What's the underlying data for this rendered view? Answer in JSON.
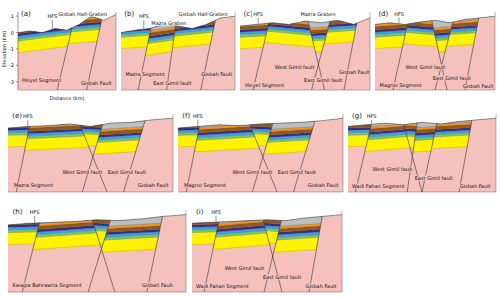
{
  "diagram": {
    "labels": [
      "(a)",
      "Elevation (km)",
      "Distance (km)",
      "Gisbah Half-Graben",
      "HFS",
      "Hisyel Segment",
      "Gisbah Fault",
      "(b)",
      "HFS",
      "Mazra Graben",
      "Gisbah Half-Graben",
      "Mazra Segment",
      "East Gimil fault",
      "Gisbah Fault",
      "(c)",
      "HFS",
      "Mazra Graben",
      "Hisyel Segment",
      "West Gimil fault",
      "East Gimil fault",
      "Gisbah Fault",
      "(d)",
      "HFS",
      "Magrisi Segment",
      "West Gimil fault",
      "East Gimil fault",
      "Gisbah Fault",
      "(e)",
      "HFS",
      "Mazra Segment",
      "West Gimil fault",
      "East Gimil fault",
      "Gisbah Fault",
      "(f)",
      "HFS",
      "Magrisi Segment",
      "West Gimil fault",
      "East Gimil fault",
      "Gisbah Fault",
      "(g)",
      "HFS",
      "Wadi Fahan Segment",
      "West Gimil fault",
      "East Gimil fault",
      "Gisbah Fault",
      "(h)",
      "HFS",
      "Kwaipa Bahrawira Segment",
      "Gisbah Fault",
      "(i)",
      "HFS",
      "Wadi Fahan Segment",
      "West Gimil fault",
      "East Gimil fault",
      "Gisbah Fault",
      "1",
      "0",
      "-1",
      "-2",
      "-3"
    ]
  }
}
